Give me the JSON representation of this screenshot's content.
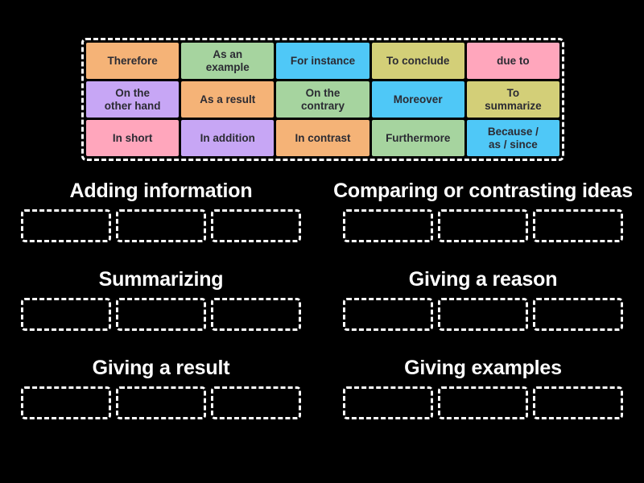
{
  "background_color": "#000000",
  "word_bank": {
    "name": "word-bank",
    "border_style": "dashed-white",
    "columns": 5,
    "rows": 3,
    "tiles": [
      {
        "label": "Therefore",
        "color": "#F5B377",
        "text_color": "#2b2b33"
      },
      {
        "label": "As an\nexample",
        "color": "#A6D49F",
        "text_color": "#2b2b33"
      },
      {
        "label": "For instance",
        "color": "#4FC8F7",
        "text_color": "#2b2b33"
      },
      {
        "label": "To conclude",
        "color": "#D3CF78",
        "text_color": "#2b2b33"
      },
      {
        "label": "due to",
        "color": "#FFA6BC",
        "text_color": "#2b2b33"
      },
      {
        "label": "On the\nother hand",
        "color": "#C7A6F5",
        "text_color": "#2b2b33"
      },
      {
        "label": "As a result",
        "color": "#F5B377",
        "text_color": "#2b2b33"
      },
      {
        "label": "On the\ncontrary",
        "color": "#A6D49F",
        "text_color": "#2b2b33"
      },
      {
        "label": "Moreover",
        "color": "#4FC8F7",
        "text_color": "#2b2b33"
      },
      {
        "label": "To\nsummarize",
        "color": "#D3CF78",
        "text_color": "#2b2b33"
      },
      {
        "label": "In short",
        "color": "#FFA6BC",
        "text_color": "#2b2b33"
      },
      {
        "label": "In addition",
        "color": "#C7A6F5",
        "text_color": "#2b2b33"
      },
      {
        "label": "In contrast",
        "color": "#F5B377",
        "text_color": "#2b2b33"
      },
      {
        "label": "Furthermore",
        "color": "#A6D49F",
        "text_color": "#2b2b33"
      },
      {
        "label": "Because /\nas / since",
        "color": "#4FC8F7",
        "text_color": "#2b2b33"
      }
    ]
  },
  "categories": [
    {
      "title": "Adding information",
      "slots": 3,
      "filled": [
        "",
        "",
        ""
      ]
    },
    {
      "title": "Comparing or contrasting ideas",
      "slots": 3,
      "filled": [
        "",
        "",
        ""
      ]
    },
    {
      "title": "Summarizing",
      "slots": 3,
      "filled": [
        "",
        "",
        ""
      ]
    },
    {
      "title": "Giving a reason",
      "slots": 3,
      "filled": [
        "",
        "",
        ""
      ]
    },
    {
      "title": "Giving a result",
      "slots": 3,
      "filled": [
        "",
        "",
        ""
      ]
    },
    {
      "title": "Giving examples",
      "slots": 3,
      "filled": [
        "",
        "",
        ""
      ]
    }
  ]
}
